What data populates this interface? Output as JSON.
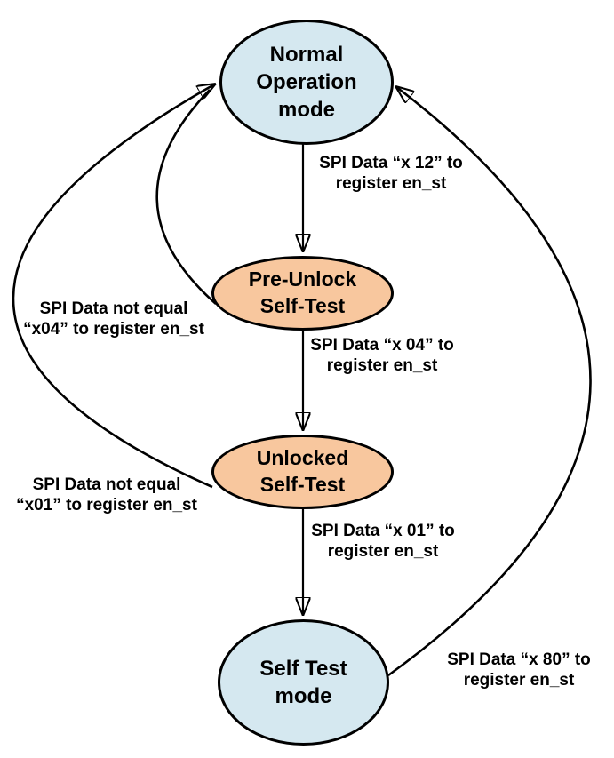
{
  "diagram": {
    "type": "state-machine",
    "states": {
      "normal": {
        "label": "Normal\nOperation\nmode",
        "fill": "#d5e8f0"
      },
      "pre_unlock": {
        "label": "Pre-Unlock\nSelf-Test",
        "fill": "#f8c79e"
      },
      "unlocked": {
        "label": "Unlocked\nSelf-Test",
        "fill": "#f8c79e"
      },
      "self_test": {
        "label": "Self Test\nmode",
        "fill": "#d5e8f0"
      }
    },
    "transitions": {
      "normal_to_pre_unlock": {
        "from": "normal",
        "to": "pre_unlock",
        "label": "SPI Data “x 12” to\nregister en_st"
      },
      "pre_unlock_to_unlocked": {
        "from": "pre_unlock",
        "to": "unlocked",
        "label": "SPI Data “x 04” to\nregister en_st"
      },
      "unlocked_to_self_test": {
        "from": "unlocked",
        "to": "self_test",
        "label": "SPI Data “x 01” to\nregister en_st"
      },
      "self_test_to_normal": {
        "from": "self_test",
        "to": "normal",
        "label": "SPI Data “x 80” to\nregister en_st"
      },
      "pre_unlock_to_normal": {
        "from": "pre_unlock",
        "to": "normal",
        "label": "SPI Data not equal\n“x04” to register en_st"
      },
      "unlocked_to_normal": {
        "from": "unlocked",
        "to": "normal",
        "label": "SPI Data not equal\n“x01” to register en_st"
      }
    },
    "colors": {
      "state_blue": "#d5e8f0",
      "state_orange": "#f8c79e",
      "stroke": "#000000",
      "background": "#ffffff"
    }
  }
}
